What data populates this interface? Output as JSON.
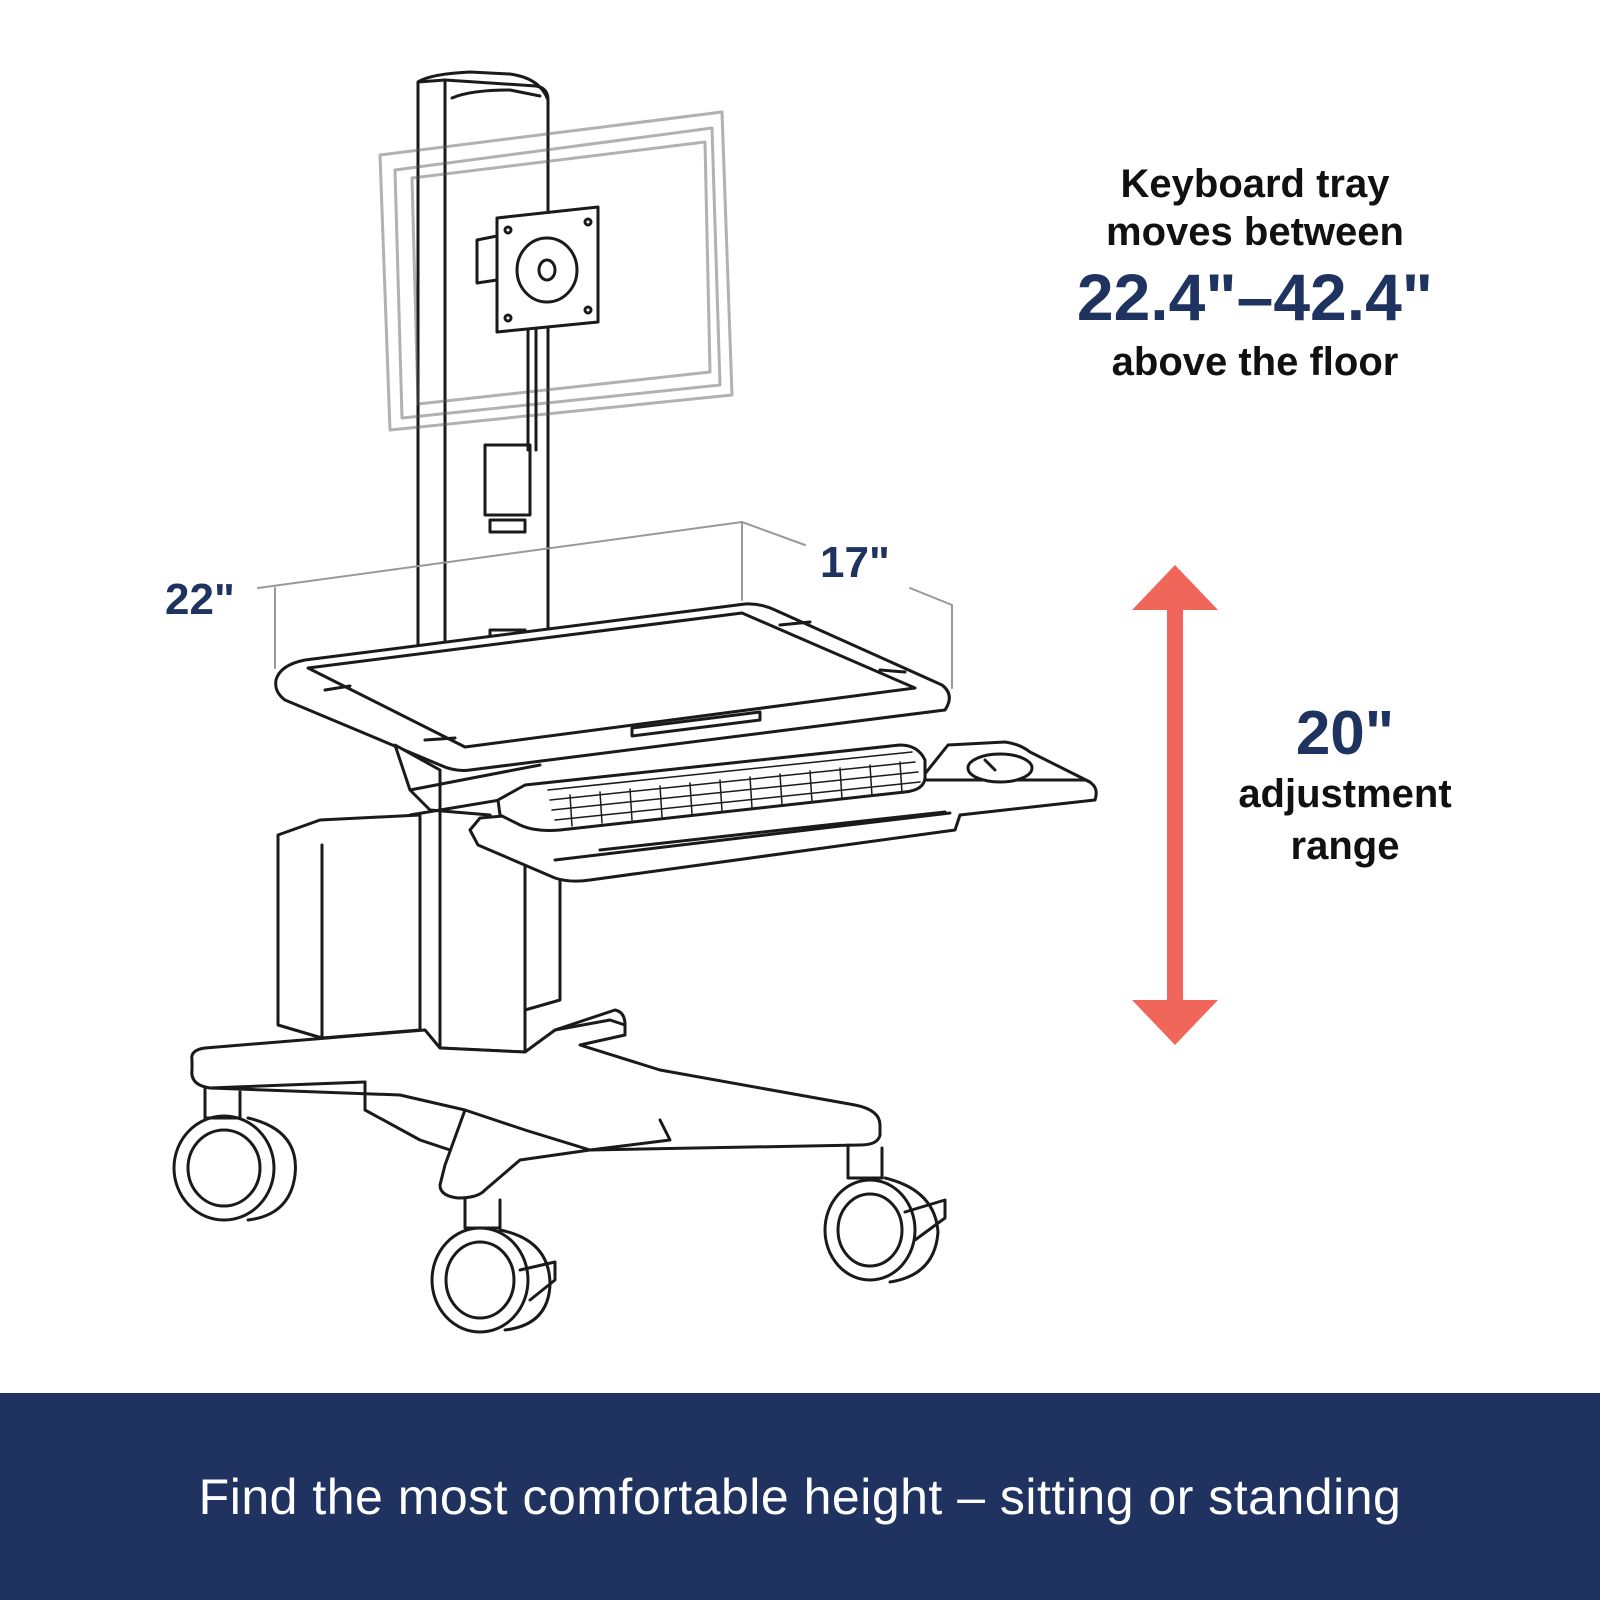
{
  "spec": {
    "line1": "Keyboard tray",
    "line2": "moves between",
    "range_value": "22.4\"–42.4\"",
    "line4": "above the floor"
  },
  "adjustment": {
    "value": "20\"",
    "label_line1": "adjustment",
    "label_line2": "range"
  },
  "dimensions": {
    "depth": "22\"",
    "width": "17\""
  },
  "banner": {
    "text": "Find the most comfortable height – sitting or standing"
  },
  "colors": {
    "navy": "#203260",
    "arrow": "#f0665a",
    "ink": "#1a1a1a"
  }
}
